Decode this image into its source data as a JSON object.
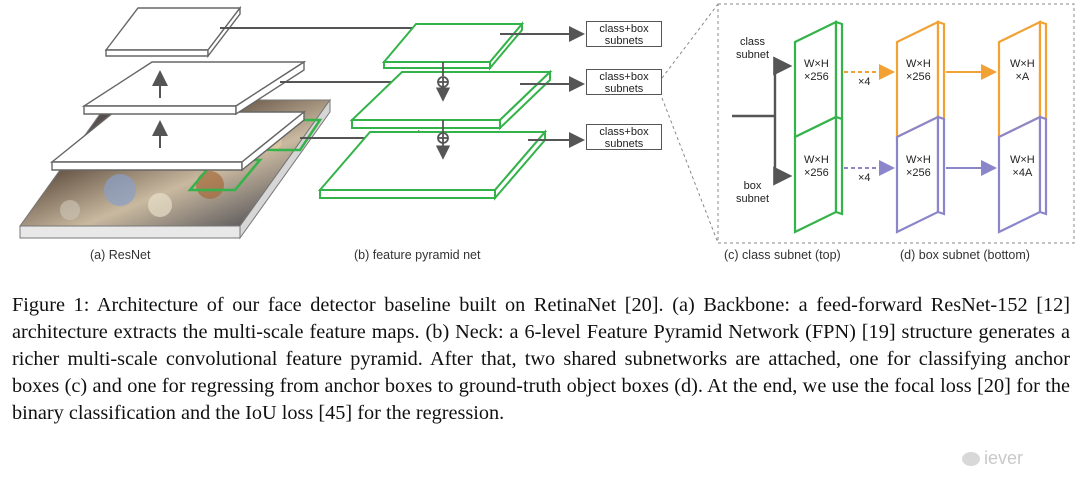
{
  "figure": {
    "labels": {
      "resnet": "(a) ResNet",
      "fpn": "(b) feature pyramid net",
      "class_subnet": "(c) class subnet (top)",
      "box_subnet": "(d) box subnet (bottom)"
    },
    "subnet_boxes": [
      {
        "line1": "class+box",
        "line2": "subnets"
      },
      {
        "line1": "class+box",
        "line2": "subnets"
      },
      {
        "line1": "class+box",
        "line2": "subnets"
      }
    ],
    "class_subnet_label": {
      "line1": "class",
      "line2": "subnet"
    },
    "box_subnet_label": {
      "line1": "box",
      "line2": "subnet"
    },
    "times4": "×4",
    "maps": {
      "class": [
        {
          "line1": "W×H",
          "line2": "×256"
        },
        {
          "line1": "W×H",
          "line2": "×256"
        },
        {
          "line1": "W×H",
          "line2": "×A"
        }
      ],
      "box": [
        {
          "line1": "W×H",
          "line2": "×256"
        },
        {
          "line1": "W×H",
          "line2": "×256"
        },
        {
          "line1": "W×H",
          "line2": "×4A"
        }
      ]
    },
    "colors": {
      "green": "#34b34a",
      "orange": "#f2a134",
      "purple": "#8a86c9",
      "gray": "#555555"
    },
    "watermark": "iever"
  },
  "caption": "Figure 1: Architecture of our face detector baseline built on RetinaNet [20]. (a) Backbone: a feed-forward ResNet-152 [12] architecture extracts the multi-scale feature maps. (b) Neck: a 6-level Feature Pyramid Network (FPN) [19] structure generates a richer multi-scale convolutional feature pyramid. After that, two shared subnetworks are attached, one for classifying anchor boxes (c) and one for regressing from anchor boxes to ground-truth object boxes (d). At the end, we use the focal loss [20] for the binary classification and the IoU loss [45] for the regression."
}
